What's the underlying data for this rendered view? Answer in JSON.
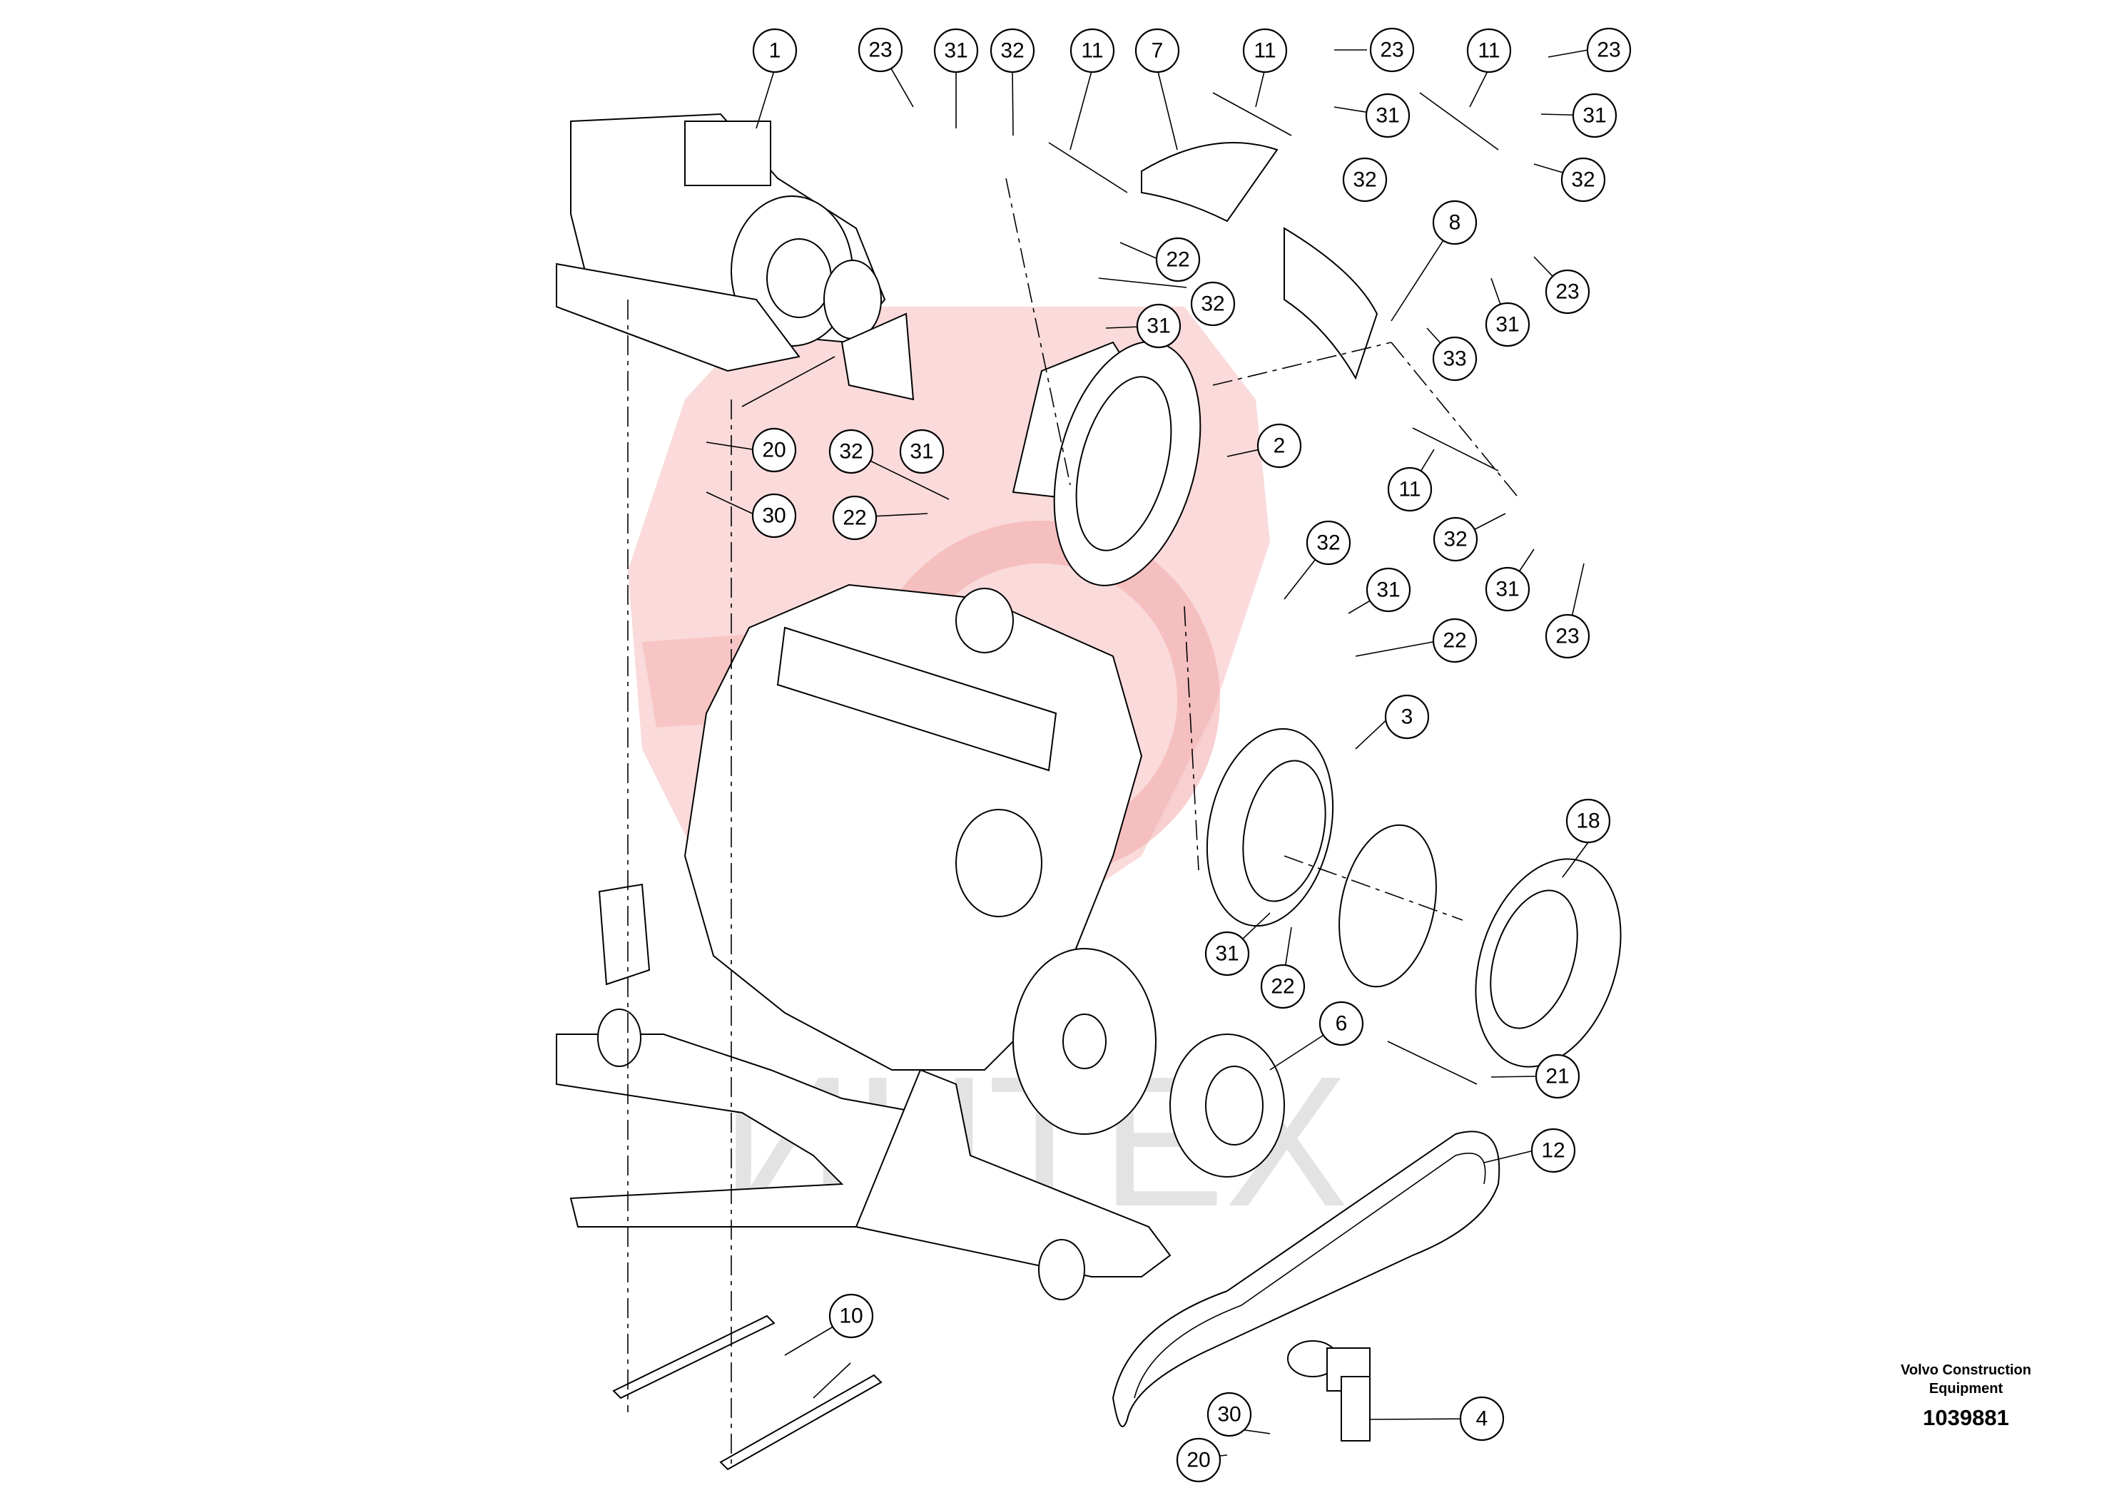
{
  "caption": {
    "company_line1": "Volvo Construction",
    "company_line2": "Equipment",
    "document_number": "1039881"
  },
  "watermark": {
    "text": "ИНТЕХ",
    "color": "#f0a0a0"
  },
  "callouts": [
    {
      "id": "c1",
      "label": "1"
    },
    {
      "id": "c2",
      "label": "2"
    },
    {
      "id": "c3",
      "label": "3"
    },
    {
      "id": "c4",
      "label": "4"
    },
    {
      "id": "c6",
      "label": "6"
    },
    {
      "id": "c7",
      "label": "7"
    },
    {
      "id": "c8",
      "label": "8"
    },
    {
      "id": "c10",
      "label": "10"
    },
    {
      "id": "c11a",
      "label": "11"
    },
    {
      "id": "c11b",
      "label": "11"
    },
    {
      "id": "c11c",
      "label": "11"
    },
    {
      "id": "c11d",
      "label": "11"
    },
    {
      "id": "c12",
      "label": "12"
    },
    {
      "id": "c18",
      "label": "18"
    },
    {
      "id": "c20a",
      "label": "20"
    },
    {
      "id": "c20b",
      "label": "20"
    },
    {
      "id": "c21",
      "label": "21"
    },
    {
      "id": "c22a",
      "label": "22"
    },
    {
      "id": "c22b",
      "label": "22"
    },
    {
      "id": "c22c",
      "label": "22"
    },
    {
      "id": "c22d",
      "label": "22"
    },
    {
      "id": "c23a",
      "label": "23"
    },
    {
      "id": "c23b",
      "label": "23"
    },
    {
      "id": "c23c",
      "label": "23"
    },
    {
      "id": "c23d",
      "label": "23"
    },
    {
      "id": "c23e",
      "label": "23"
    },
    {
      "id": "c30a",
      "label": "30"
    },
    {
      "id": "c30b",
      "label": "30"
    },
    {
      "id": "c31a",
      "label": "31"
    },
    {
      "id": "c31b",
      "label": "31"
    },
    {
      "id": "c31c",
      "label": "31"
    },
    {
      "id": "c31d",
      "label": "31"
    },
    {
      "id": "c31e",
      "label": "31"
    },
    {
      "id": "c31f",
      "label": "31"
    },
    {
      "id": "c31g",
      "label": "31"
    },
    {
      "id": "c31h",
      "label": "31"
    },
    {
      "id": "c31i",
      "label": "31"
    },
    {
      "id": "c32a",
      "label": "32"
    },
    {
      "id": "c32b",
      "label": "32"
    },
    {
      "id": "c32c",
      "label": "32"
    },
    {
      "id": "c32d",
      "label": "32"
    },
    {
      "id": "c32e",
      "label": "32"
    },
    {
      "id": "c32f",
      "label": "32"
    },
    {
      "id": "c32g",
      "label": "32"
    },
    {
      "id": "c33",
      "label": "33"
    }
  ]
}
